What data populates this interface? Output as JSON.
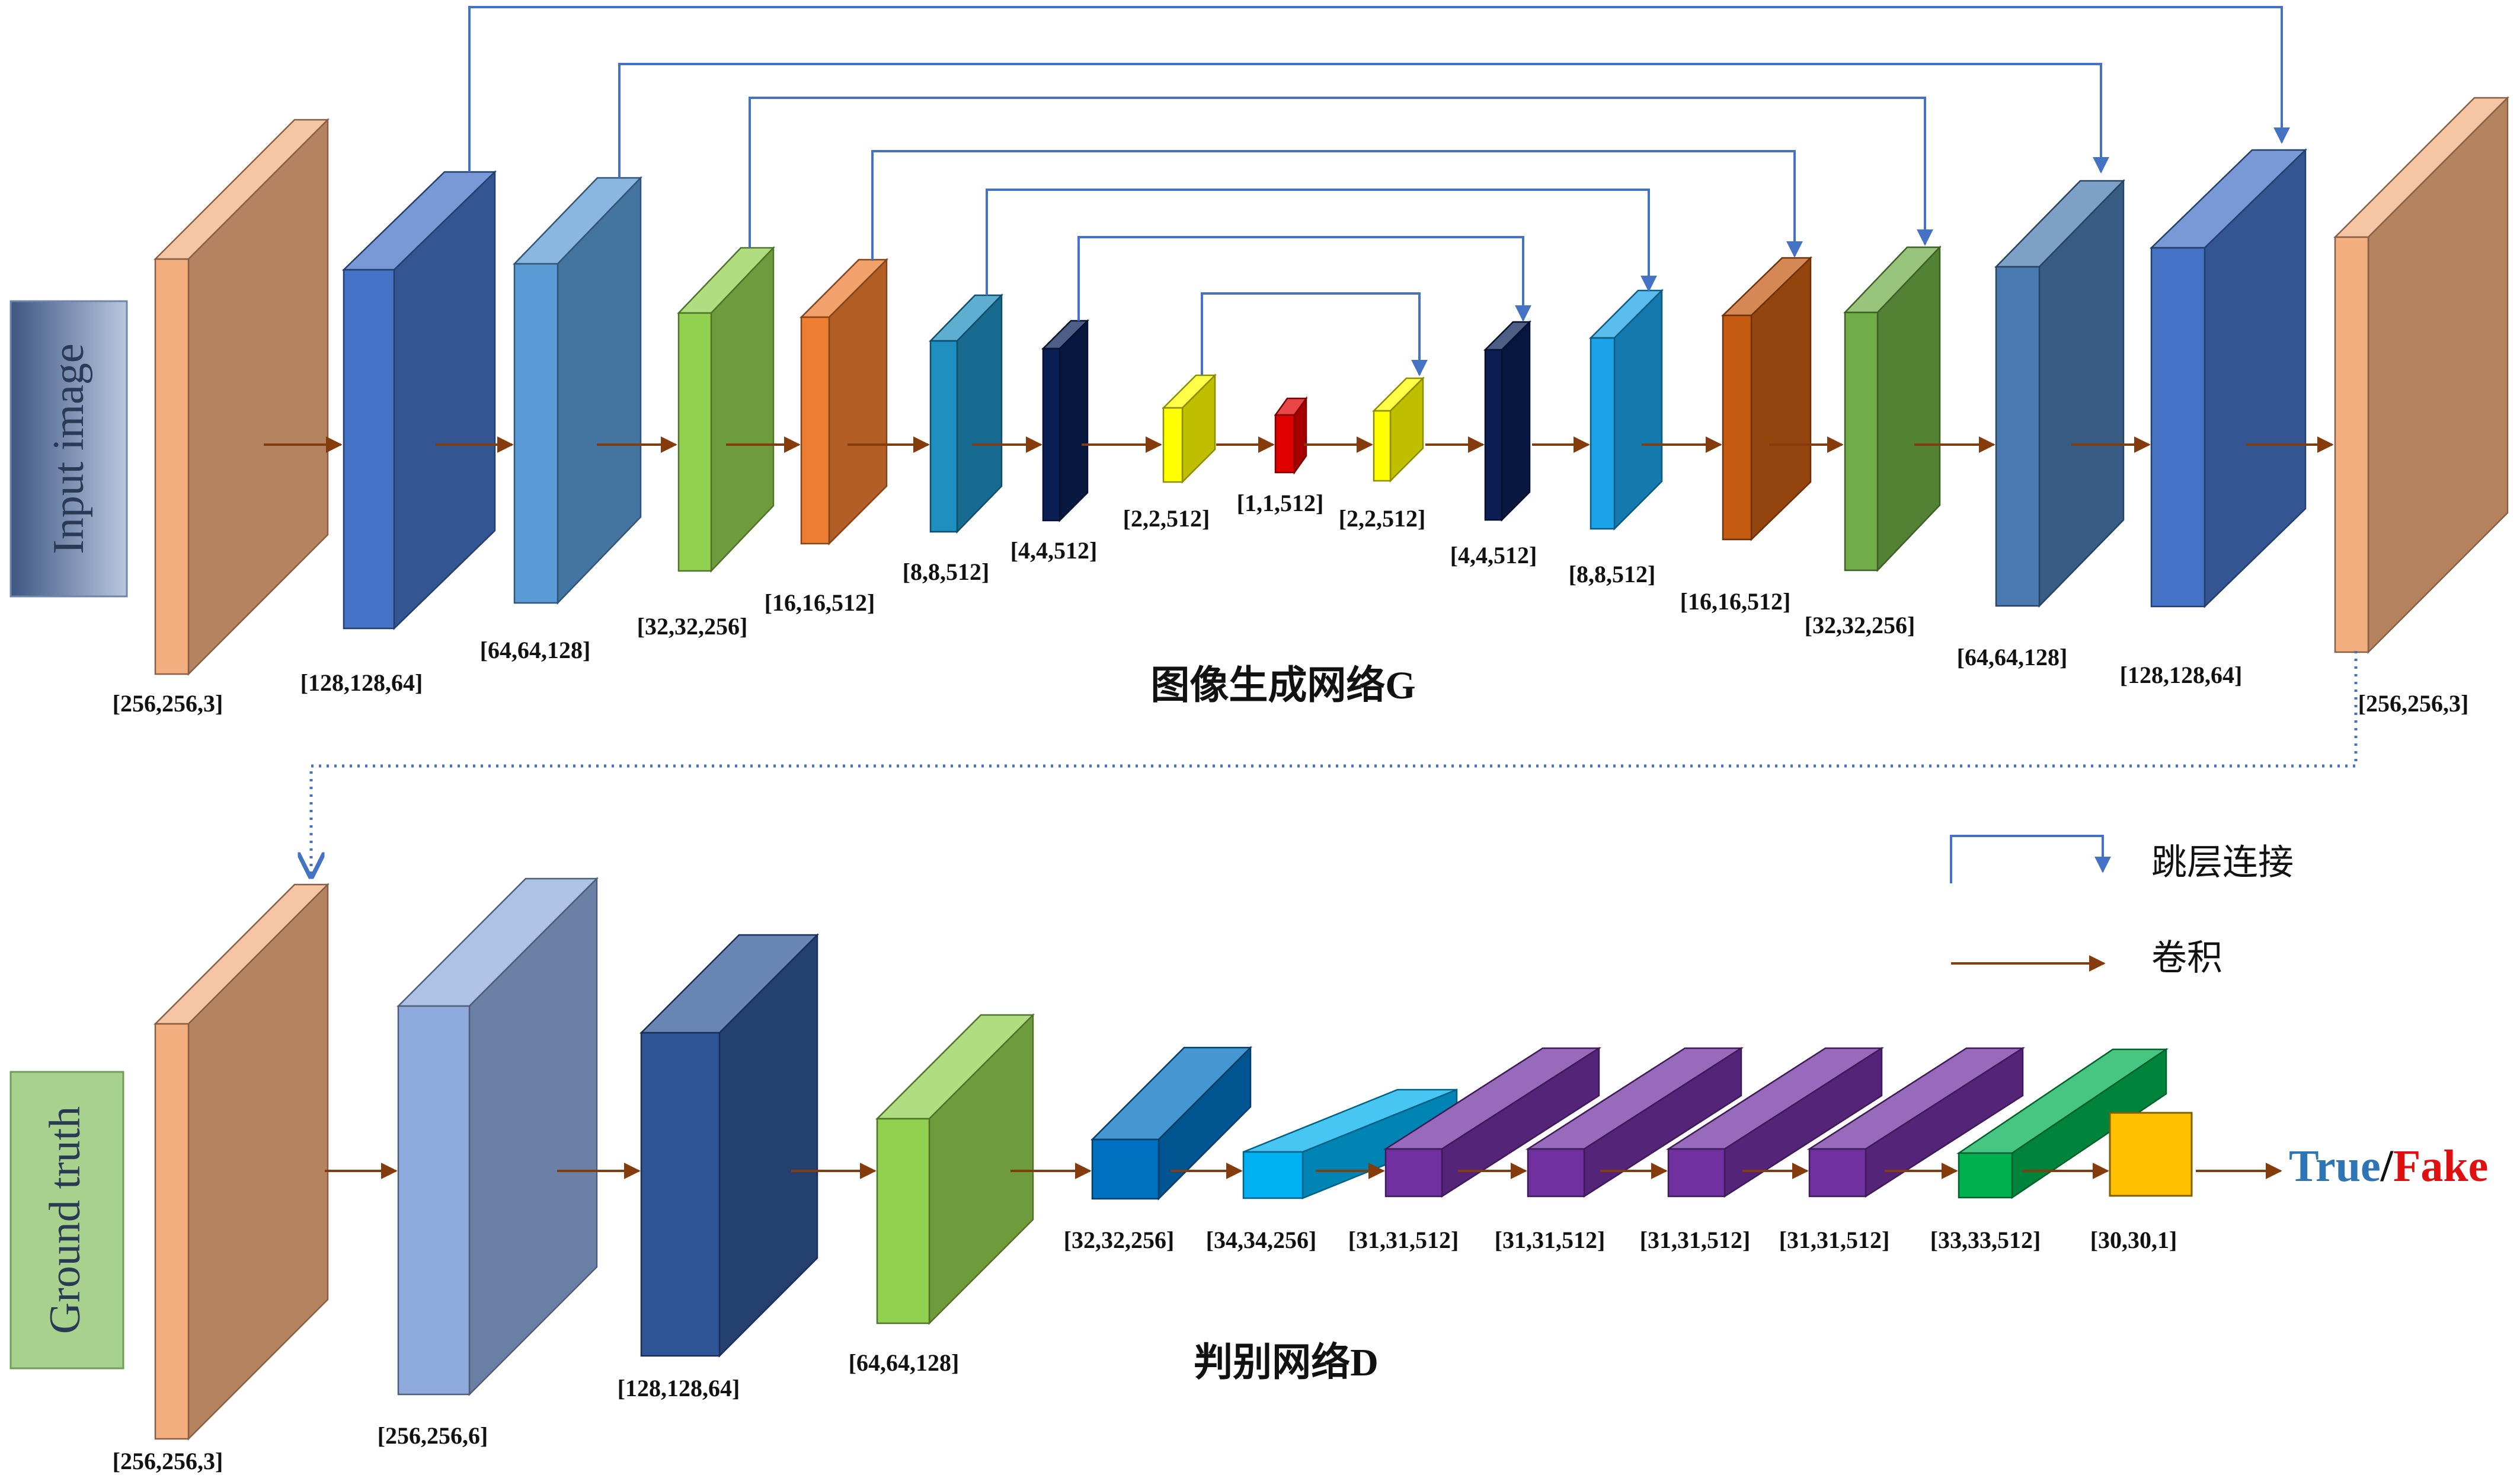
{
  "generator": {
    "title": "图像生成网络G",
    "input_label": "Input image",
    "layers": [
      {
        "dims": "[256,256,3]",
        "color": "#F3AE80"
      },
      {
        "dims": "[128,128,64]",
        "color": "#4472C4"
      },
      {
        "dims": "[64,64,128]",
        "color": "#5B9BD5"
      },
      {
        "dims": "[32,32,256]",
        "color": "#92D050"
      },
      {
        "dims": "[16,16,512]",
        "color": "#ED7D31"
      },
      {
        "dims": "[8,8,512]",
        "color": "#1F8EC1"
      },
      {
        "dims": "[4,4,512]",
        "color": "#0B1F55"
      },
      {
        "dims": "[2,2,512]",
        "color": "#FFFF00"
      },
      {
        "dims": "[1,1,512]",
        "color": "#E00000"
      },
      {
        "dims": "[2,2,512]",
        "color": "#FFFF00"
      },
      {
        "dims": "[4,4,512]",
        "color": "#0B1F55"
      },
      {
        "dims": "[8,8,512]",
        "color": "#1AA3E8"
      },
      {
        "dims": "[16,16,512]",
        "color": "#C55A11"
      },
      {
        "dims": "[32,32,256]",
        "color": "#70AD47"
      },
      {
        "dims": "[64,64,128]",
        "color": "#4A7BB0"
      },
      {
        "dims": "[128,128,64]",
        "color": "#4472C4"
      },
      {
        "dims": "[256,256,3]",
        "color": "#F3AE80"
      }
    ]
  },
  "discriminator": {
    "title": "判别网络D",
    "input_label": "Ground truth",
    "layers": [
      {
        "dims": "[256,256,3]",
        "color": "#F3AE80"
      },
      {
        "dims": "[256,256,6]",
        "color": "#8FAADC"
      },
      {
        "dims": "[128,128,64]",
        "color": "#2F5597"
      },
      {
        "dims": "[64,64,128]",
        "color": "#92D050"
      },
      {
        "dims": "[32,32,256]",
        "color": "#0070C0"
      },
      {
        "dims": "[34,34,256]",
        "color": "#00B0F0"
      },
      {
        "dims": "[31,31,512]",
        "color": "#7030A0"
      },
      {
        "dims": "[31,31,512]",
        "color": "#7030A0"
      },
      {
        "dims": "[31,31,512]",
        "color": "#7030A0"
      },
      {
        "dims": "[31,31,512]",
        "color": "#7030A0"
      },
      {
        "dims": "[33,33,512]",
        "color": "#00B050"
      },
      {
        "dims": "[30,30,1]",
        "color": "#FFC000"
      }
    ],
    "output": {
      "true_label": "True",
      "slash": "/",
      "fake_label": "Fake",
      "true_color": "#2E75B6",
      "fake_color": "#E01010"
    }
  },
  "legend": {
    "skip_label": "跳层连接",
    "conv_label": "卷积"
  },
  "colors": {
    "skip_line": "#4472C4",
    "conv_arrow": "#843C0C",
    "input_box": "#4E6A96",
    "ground_truth_box": "#A9D18E"
  }
}
